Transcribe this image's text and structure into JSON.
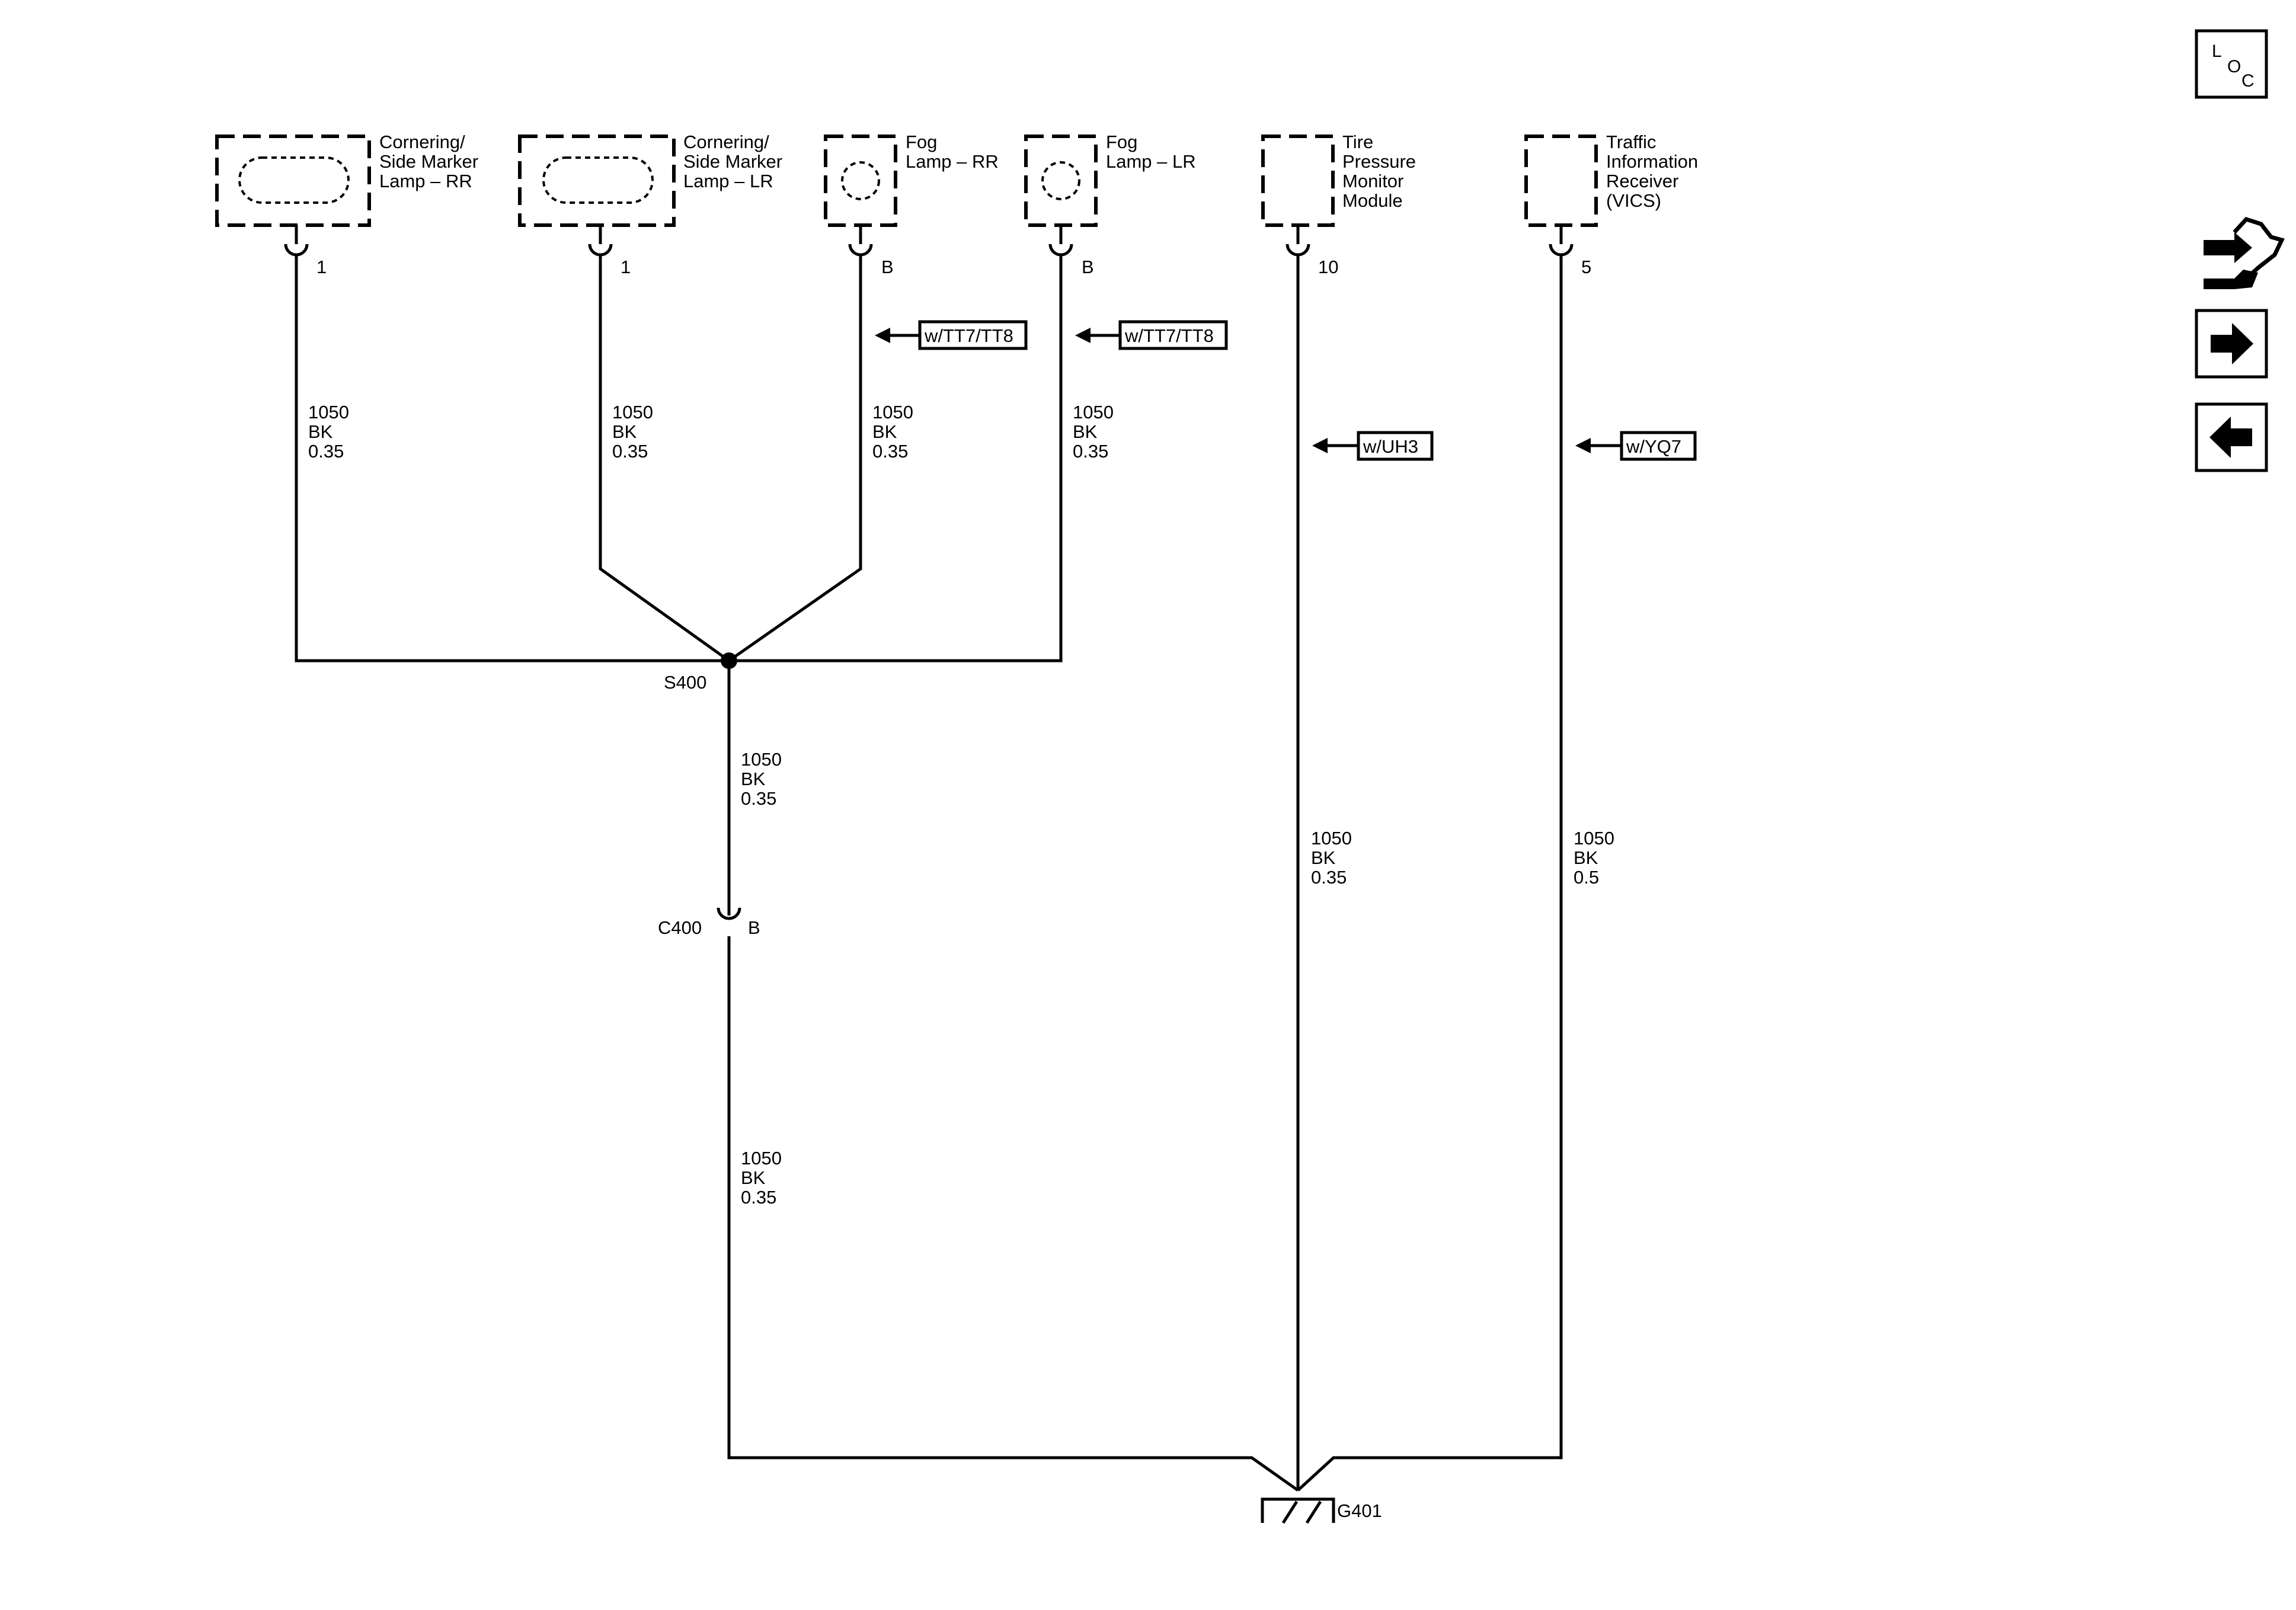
{
  "components": {
    "cornering_rr": [
      "Cornering/",
      "Side Marker",
      "Lamp – RR"
    ],
    "cornering_lr": [
      "Cornering/",
      "Side Marker",
      "Lamp – LR"
    ],
    "fog_rr": [
      "Fog",
      "Lamp – RR"
    ],
    "fog_lr": [
      "Fog",
      "Lamp – LR"
    ],
    "tpm": [
      "Tire",
      "Pressure",
      "Monitor",
      "Module"
    ],
    "vics": [
      "Traffic",
      "Information",
      "Receiver",
      "(VICS)"
    ]
  },
  "pins": {
    "cornering_rr": "1",
    "cornering_lr": "1",
    "fog_rr": "B",
    "fog_lr": "B",
    "tpm": "10",
    "vics": "5",
    "c400": "B"
  },
  "options": {
    "fog_rr": "w/TT7/TT8",
    "fog_lr": "w/TT7/TT8",
    "tpm": "w/UH3",
    "vics": "w/YQ7"
  },
  "wires": {
    "w1": [
      "1050",
      "BK",
      "0.35"
    ],
    "w2": [
      "1050",
      "BK",
      "0.35"
    ],
    "w3": [
      "1050",
      "BK",
      "0.35"
    ],
    "w4": [
      "1050",
      "BK",
      "0.35"
    ],
    "w5": [
      "1050",
      "BK",
      "0.35"
    ],
    "w6": [
      "1050",
      "BK",
      "0.35"
    ],
    "w7": [
      "1050",
      "BK",
      "0.35"
    ],
    "w8": [
      "1050",
      "BK",
      "0.5"
    ]
  },
  "splice": "S400",
  "connector": "C400",
  "ground": "G401",
  "nav": {
    "loc": [
      "L",
      "O",
      "C"
    ],
    "icons": [
      "connector-swap-icon",
      "arrow-right-icon",
      "arrow-left-icon"
    ]
  }
}
